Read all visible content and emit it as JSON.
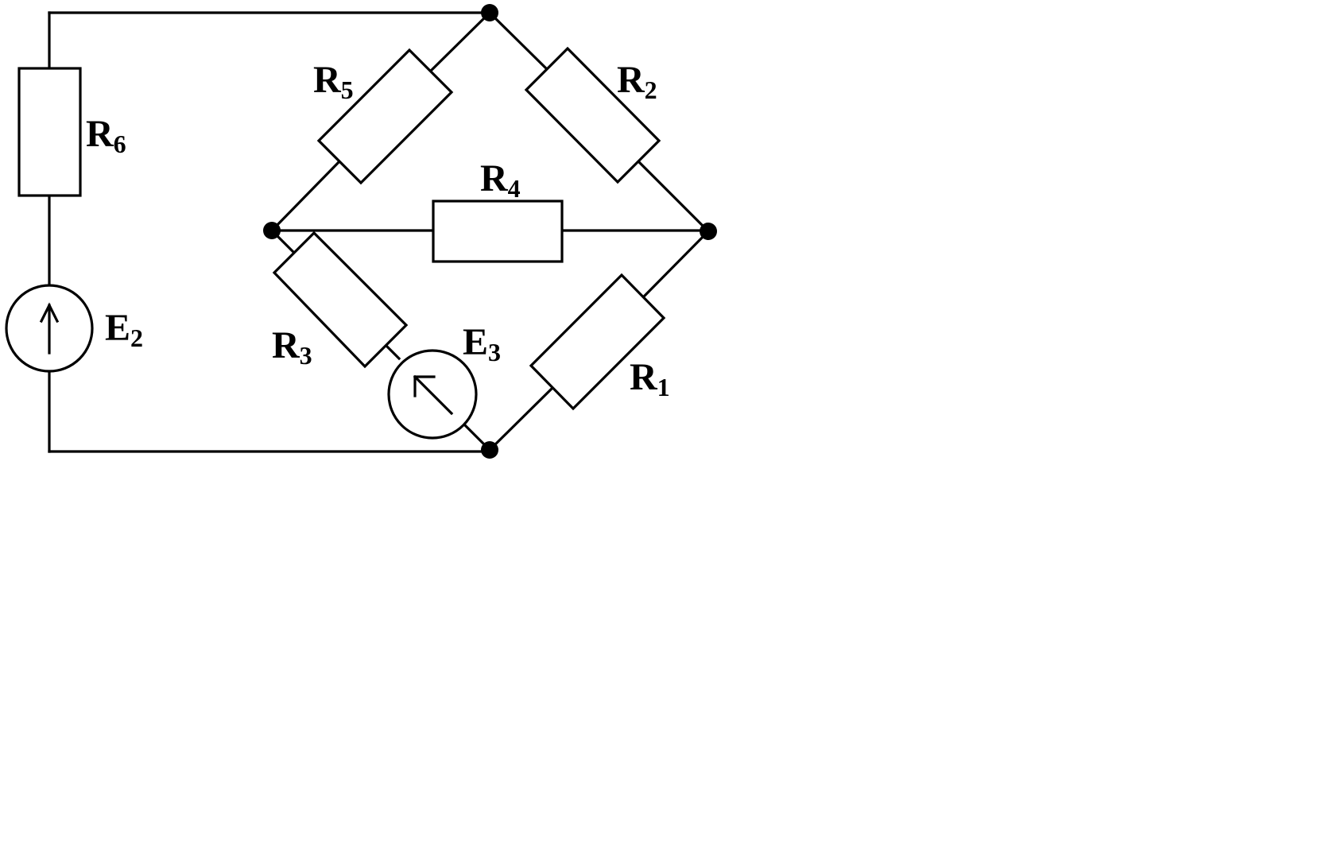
{
  "diagram": {
    "components": {
      "R1": {
        "letter": "R",
        "index": "1"
      },
      "R2": {
        "letter": "R",
        "index": "2"
      },
      "R3": {
        "letter": "R",
        "index": "3"
      },
      "R4": {
        "letter": "R",
        "index": "4"
      },
      "R5": {
        "letter": "R",
        "index": "5"
      },
      "R6": {
        "letter": "R",
        "index": "6"
      },
      "E2": {
        "letter": "E",
        "index": "2"
      },
      "E3": {
        "letter": "E",
        "index": "3"
      }
    }
  }
}
